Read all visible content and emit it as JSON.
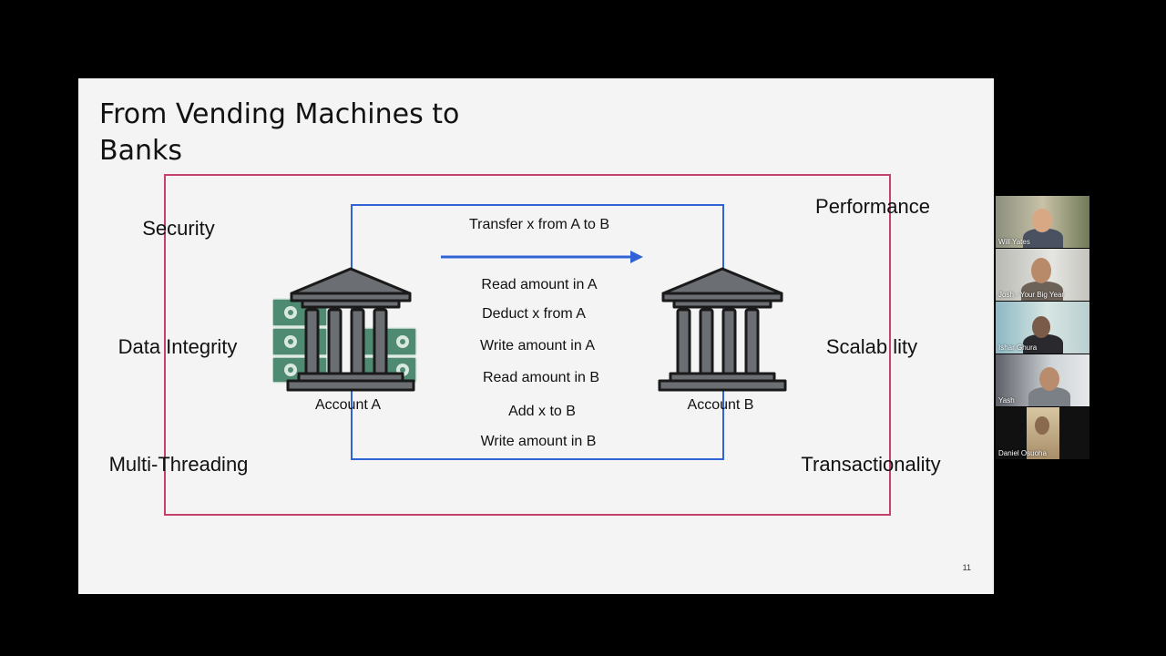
{
  "slide": {
    "title": "From Vending Machines to Banks",
    "page_number": "11",
    "left_labels": [
      "Security",
      "Data Integrity",
      "Multi-Threading"
    ],
    "right_labels": [
      "Performance",
      "Scalab lity",
      "Transactionality"
    ],
    "transfer_title": "Transfer x from A to B",
    "steps": [
      "Read amount in A",
      "Deduct x from A",
      "Write amount in A",
      "Read amount in B",
      "Add x to B",
      "Write amount in B"
    ],
    "account_a": "Account A",
    "account_b": "Account B",
    "colors": {
      "outer_frame": "#c5426b",
      "inner_frame": "#3063d6",
      "arrow": "#3063d6",
      "bank_icon": "#6b6e72",
      "money": "#4f8a73"
    }
  },
  "participants": [
    {
      "name": "Will Yates"
    },
    {
      "name": "Josh - Your Big Year"
    },
    {
      "name": "Ishar Ghura"
    },
    {
      "name": "Yash"
    },
    {
      "name": "Daniel Osuoha"
    }
  ]
}
